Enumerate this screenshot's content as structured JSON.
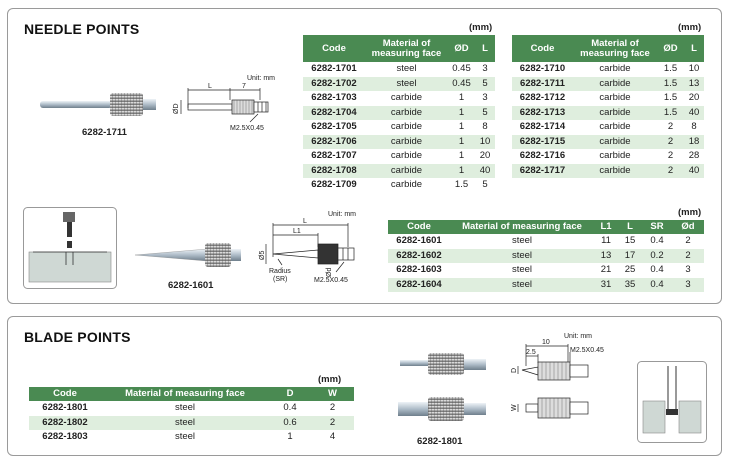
{
  "needle": {
    "title": "NEEDLE POINTS",
    "unit_label": "(mm)",
    "drawing_unit": "Unit: mm",
    "part_label": "6282-1711",
    "dim_L": "L",
    "dim_7": "7",
    "dim_thread": "M2.5X0.45",
    "dim_dia": "ØD",
    "headers": [
      "Code",
      "Material of measuring face",
      "ØD",
      "L"
    ],
    "table1": [
      [
        "6282-1701",
        "steel",
        "0.45",
        "3"
      ],
      [
        "6282-1702",
        "steel",
        "0.45",
        "5"
      ],
      [
        "6282-1703",
        "carbide",
        "1",
        "3"
      ],
      [
        "6282-1704",
        "carbide",
        "1",
        "5"
      ],
      [
        "6282-1705",
        "carbide",
        "1",
        "8"
      ],
      [
        "6282-1706",
        "carbide",
        "1",
        "10"
      ],
      [
        "6282-1707",
        "carbide",
        "1",
        "20"
      ],
      [
        "6282-1708",
        "carbide",
        "1",
        "40"
      ],
      [
        "6282-1709",
        "carbide",
        "1.5",
        "5"
      ]
    ],
    "table2": [
      [
        "6282-1710",
        "carbide",
        "1.5",
        "10"
      ],
      [
        "6282-1711",
        "carbide",
        "1.5",
        "13"
      ],
      [
        "6282-1712",
        "carbide",
        "1.5",
        "20"
      ],
      [
        "6282-1713",
        "carbide",
        "1.5",
        "40"
      ],
      [
        "6282-1714",
        "carbide",
        "2",
        "8"
      ],
      [
        "6282-1715",
        "carbide",
        "2",
        "18"
      ],
      [
        "6282-1716",
        "carbide",
        "2",
        "28"
      ],
      [
        "6282-1717",
        "carbide",
        "2",
        "40"
      ]
    ]
  },
  "conical": {
    "unit_label": "(mm)",
    "drawing_unit": "Unit: mm",
    "part_label": "6282-1601",
    "dim_L": "L",
    "dim_L1": "L1",
    "dim_5": "Ø5",
    "dim_d": "Ød",
    "dim_radius": "Radius",
    "dim_sr": "(SR)",
    "dim_thread": "M2.5X0.45",
    "headers": [
      "Code",
      "Material of measuring face",
      "L1",
      "L",
      "SR",
      "Ød"
    ],
    "rows": [
      [
        "6282-1601",
        "steel",
        "11",
        "15",
        "0.4",
        "2"
      ],
      [
        "6282-1602",
        "steel",
        "13",
        "17",
        "0.2",
        "2"
      ],
      [
        "6282-1603",
        "steel",
        "21",
        "25",
        "0.4",
        "3"
      ],
      [
        "6282-1604",
        "steel",
        "31",
        "35",
        "0.4",
        "3"
      ]
    ]
  },
  "blade": {
    "title": "BLADE POINTS",
    "unit_label": "(mm)",
    "drawing_unit": "Unit: mm",
    "part_label": "6282-1801",
    "dim_10": "10",
    "dim_25": "2.5",
    "dim_thread": "M2.5X0.45",
    "dim_D": "D",
    "dim_W": "W",
    "headers": [
      "Code",
      "Material of measuring face",
      "D",
      "W"
    ],
    "rows": [
      [
        "6282-1801",
        "steel",
        "0.4",
        "2"
      ],
      [
        "6282-1802",
        "steel",
        "0.6",
        "2"
      ],
      [
        "6282-1803",
        "steel",
        "1",
        "4"
      ]
    ]
  }
}
